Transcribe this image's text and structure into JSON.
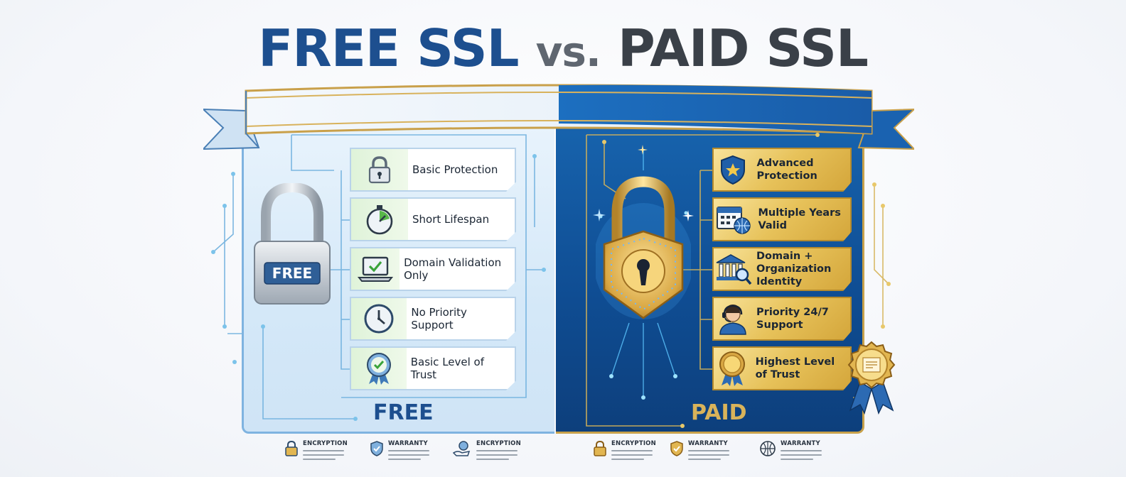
{
  "title": {
    "free": "FREE SSL",
    "vs": "vs.",
    "paid": "PAID SSL"
  },
  "free_panel": {
    "lock_label": "FREE",
    "bottom_label": "FREE",
    "features": [
      {
        "label": "Basic Protection",
        "icon": "padlock-icon"
      },
      {
        "label": "Short Lifespan",
        "icon": "stopwatch-icon"
      },
      {
        "label": "Domain Validation Only",
        "icon": "laptop-check-icon"
      },
      {
        "label": "No Priority Support",
        "icon": "clock-icon"
      },
      {
        "label": "Basic Level of Trust",
        "icon": "award-check-icon"
      }
    ]
  },
  "paid_panel": {
    "bottom_label": "PAID",
    "features": [
      {
        "label": "Advanced Protection",
        "icon": "shield-star-icon"
      },
      {
        "label": "Multiple Years Valid",
        "icon": "calendar-globe-icon"
      },
      {
        "label": "Domain + Organization Identity",
        "icon": "bank-search-icon"
      },
      {
        "label": "Priority 24/7 Support",
        "icon": "support-agent-icon"
      },
      {
        "label": "Highest Level of Trust",
        "icon": "gold-medal-icon"
      }
    ]
  },
  "footer": {
    "left": [
      {
        "title": "ENCRYPTION",
        "icon": "padlock-icon"
      },
      {
        "title": "WARRANTY",
        "icon": "shield-check-icon"
      },
      {
        "title": "ENCRYPTION",
        "icon": "hand-coin-icon"
      }
    ],
    "right": [
      {
        "title": "ENCRYPTION",
        "icon": "padlock-icon"
      },
      {
        "title": "WARRANTY",
        "icon": "shield-check-icon"
      },
      {
        "title": "WARRANTY",
        "icon": "globe-icon"
      }
    ]
  },
  "colors": {
    "free_blue": "#1d4f8f",
    "paid_blue": "#0f4d93",
    "gold": "#d4a63b"
  }
}
